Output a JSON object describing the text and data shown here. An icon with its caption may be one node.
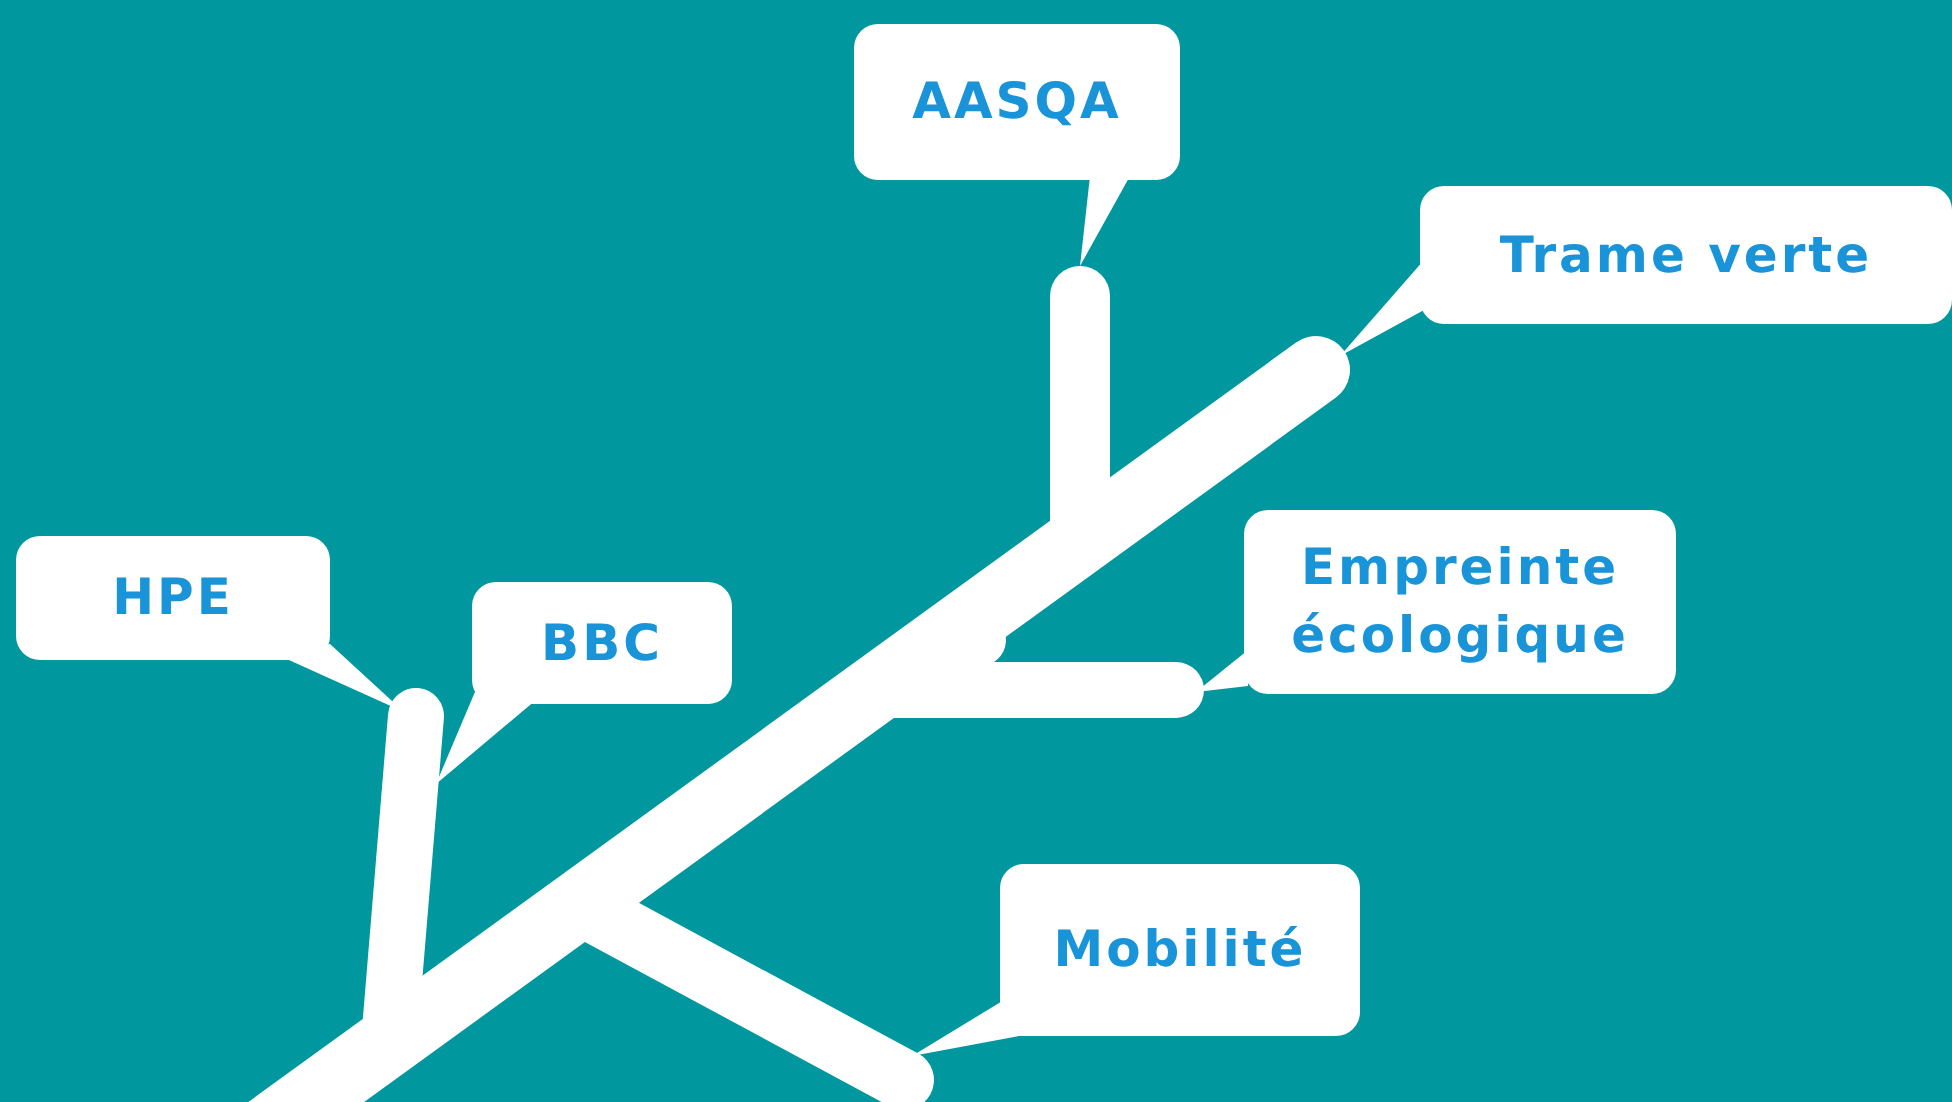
{
  "diagram": {
    "nodes": [
      {
        "text": [
          "AASQA"
        ]
      },
      {
        "text": [
          "Trame verte"
        ]
      },
      {
        "text": [
          "HPE"
        ]
      },
      {
        "text": [
          "BBC"
        ]
      },
      {
        "text": [
          "Empreinte écologique"
        ]
      },
      {
        "text": [
          "Mobilité"
        ]
      }
    ]
  }
}
